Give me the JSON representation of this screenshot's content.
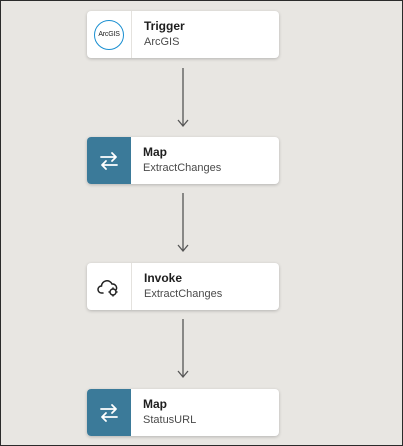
{
  "flow": {
    "nodes": [
      {
        "title": "Trigger",
        "subtitle": "ArcGIS",
        "icon": "arcgis-logo",
        "logo_text": "ArcGIS"
      },
      {
        "title": "Map",
        "subtitle": "ExtractChanges",
        "icon": "swap-arrows-icon"
      },
      {
        "title": "Invoke",
        "subtitle": "ExtractChanges",
        "icon": "cloud-invoke-icon"
      },
      {
        "title": "Map",
        "subtitle": "StatusURL",
        "icon": "swap-arrows-icon"
      }
    ]
  },
  "colors": {
    "canvas": "#e8e6e2",
    "map_accent": "#3b7a99",
    "arcgis_ring": "#1a8fd1",
    "connector": "#555555"
  }
}
